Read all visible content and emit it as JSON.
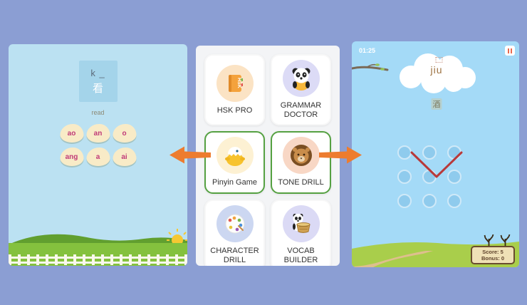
{
  "pinyin_game": {
    "prompt_initial": "k _",
    "prompt_character": "看",
    "instruction": "read",
    "options": [
      "ao",
      "an",
      "o",
      "ang",
      "a",
      "ai"
    ]
  },
  "menu": {
    "items": [
      {
        "label": "HSK PRO",
        "icon": "hsk-book-icon",
        "selected": false
      },
      {
        "label": "GRAMMAR DOCTOR",
        "icon": "panda-doctor-icon",
        "selected": false
      },
      {
        "label": "Pinyin Game",
        "icon": "hatching-chick-icon",
        "selected": true
      },
      {
        "label": "TONE DRILL",
        "icon": "lion-icon",
        "selected": true
      },
      {
        "label": "CHARACTER DRILL",
        "icon": "palette-icon",
        "selected": false
      },
      {
        "label": "VOCAB BUILDER",
        "icon": "panda-basket-icon",
        "selected": false
      }
    ]
  },
  "tone_drill": {
    "timer": "01:25",
    "word_pinyin": "jiu",
    "word_character": "酒",
    "score_label": "Score: 5",
    "bonus_label": "Bonus: 0",
    "tone_drawn": "tone3-falling-rising"
  },
  "colors": {
    "background": "#8b9ed3",
    "accent_orange": "#ed7c2f",
    "selected_green": "#55a142",
    "sky_blue": "#a4daf7",
    "left_panel_blue": "#bbe1f2",
    "tone_line_red": "#b8393a",
    "bubble_cream": "#f8ebc7",
    "bubble_text_pink": "#c03a78"
  }
}
